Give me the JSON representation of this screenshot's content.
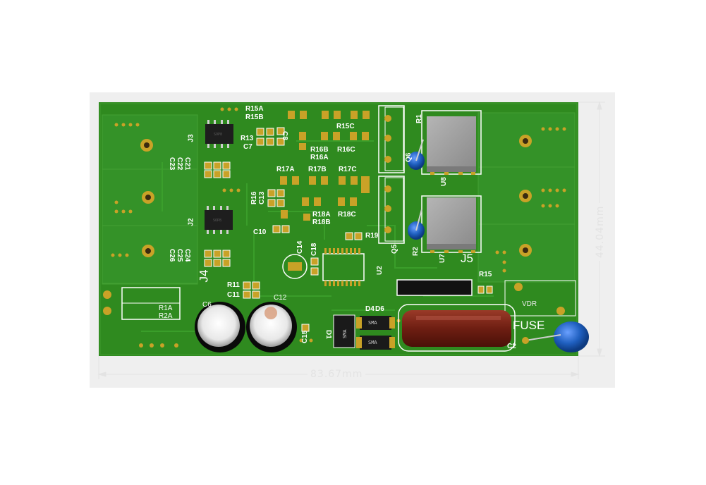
{
  "board": {
    "colors": {
      "pcb": "#2f8a1f",
      "copper_fill": "#3a9a2a",
      "pad_gold": "#c9a227",
      "silkscreen": "#ffffff",
      "background_panel": "#efefef",
      "capacitor_blue": "#1f5fbf",
      "fuse_body": "#6e1e12",
      "transformer_grey": "#9a9a9a"
    },
    "dimension_width": "83.67mm",
    "dimension_height": "44.04mm"
  },
  "labels": {
    "J3": "J3",
    "J2": "J2",
    "J4": "J4",
    "J5": "J5",
    "C21": "C21",
    "C22": "C22",
    "C23": "C23",
    "C24": "C24",
    "C25": "C25",
    "C26": "C26",
    "R15A": "R15A",
    "R15B": "R15B",
    "R13": "R13",
    "C7": "C7",
    "C8": "C8",
    "R15C": "R15C",
    "R16B": "R16B",
    "R16A": "R16A",
    "R16C": "R16C",
    "R17A": "R17A",
    "R17B": "R17B",
    "R17C": "R17C",
    "R16": "R16",
    "C13": "C13",
    "C10": "C10",
    "R18A": "R18A",
    "R18B": "R18B",
    "R18C": "R18C",
    "R19": "R19",
    "C14": "C14",
    "C18": "C18",
    "U2": "U2",
    "R11": "R11",
    "C11": "C11",
    "C12": "C12",
    "C6": "C6",
    "R1A": "R1A",
    "R2A": "R2A",
    "C15": "C15",
    "D1": "D1",
    "D4": "D4",
    "D6": "D6",
    "SMA1": "SMA",
    "SMA2": "SMA",
    "SMA3": "SMA",
    "Q6": "Q6",
    "Q5": "Q5",
    "R1": "R1",
    "R2": "R2",
    "U8": "U8",
    "U7": "U7",
    "R15": "R15",
    "VDR": "VDR",
    "FUSE": "FUSE",
    "C2": "C2",
    "SOP8_1": "SOP8",
    "SOP8_2": "SOP8"
  }
}
